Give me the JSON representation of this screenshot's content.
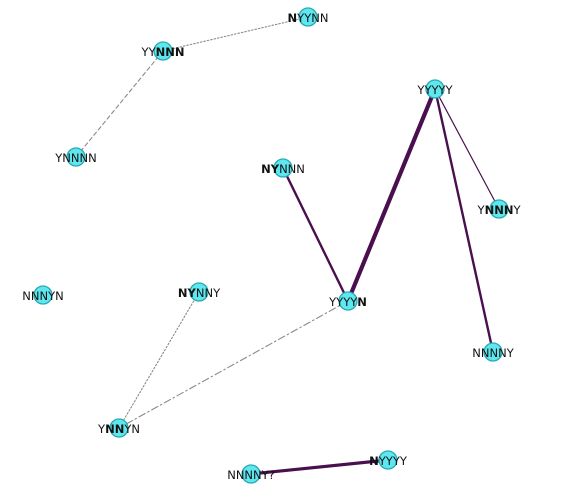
{
  "nodes": [
    {
      "id": "n1",
      "label": "NYYNN",
      "bold": [
        0
      ]
    },
    {
      "id": "n2",
      "label": "YYNNN",
      "bold": [
        2,
        3,
        4
      ]
    },
    {
      "id": "n3",
      "label": "YYYYY",
      "bold": []
    },
    {
      "id": "n4",
      "label": "YNNNN",
      "bold": []
    },
    {
      "id": "n5",
      "label": "NYNNN",
      "bold": [
        0,
        1
      ]
    },
    {
      "id": "n6",
      "label": "YNNNY",
      "bold": [
        1,
        2,
        3
      ]
    },
    {
      "id": "n7",
      "label": "NNNYN",
      "bold": []
    },
    {
      "id": "n8",
      "label": "NYNNY",
      "bold": [
        0,
        1
      ]
    },
    {
      "id": "n9",
      "label": "YYYYN",
      "bold": [
        4
      ]
    },
    {
      "id": "n10",
      "label": "NNNNY",
      "bold": []
    },
    {
      "id": "n11",
      "label": "YNNYN",
      "bold": [
        1,
        2
      ]
    },
    {
      "id": "n12",
      "label": "NYYYY",
      "bold": [
        0
      ]
    },
    {
      "id": "n13",
      "label": "NNNNY?",
      "bold": []
    }
  ],
  "edges": [
    {
      "from": "n2",
      "to": "n1",
      "style": "dotted"
    },
    {
      "from": "n2",
      "to": "n4",
      "style": "dashed"
    },
    {
      "from": "n3",
      "to": "n9",
      "style": "heavy"
    },
    {
      "from": "n3",
      "to": "n6",
      "style": "thin"
    },
    {
      "from": "n3",
      "to": "n10",
      "style": "medium"
    },
    {
      "from": "n5",
      "to": "n9",
      "style": "medium"
    },
    {
      "from": "n9",
      "to": "n11",
      "style": "dashdot"
    },
    {
      "from": "n8",
      "to": "n11",
      "style": "dotted"
    },
    {
      "from": "n13",
      "to": "n12",
      "style": "medium-heavy"
    }
  ],
  "colors": {
    "edge": "#4a0f4f",
    "light_edge": "#8a8a8a",
    "node_fill": "#5ee7ee",
    "node_stroke": "#2aa9b4"
  }
}
